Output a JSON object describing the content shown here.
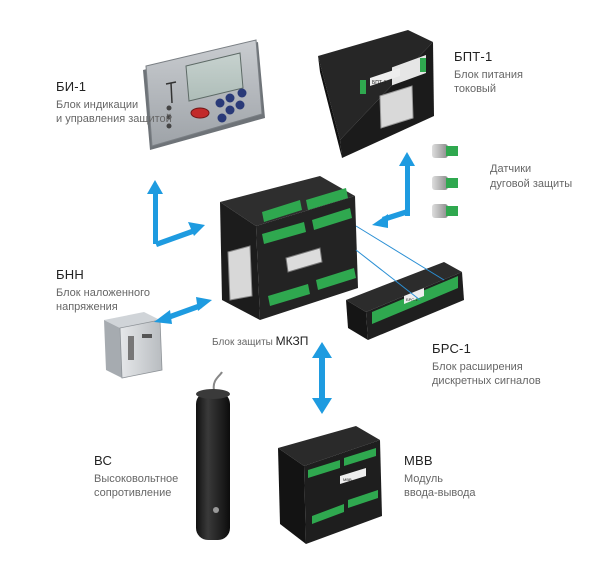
{
  "components": {
    "bi1": {
      "title": "БИ-1",
      "line1": "Блок индикации",
      "line2": "и управления защитой"
    },
    "bpt1": {
      "title": "БПТ-1",
      "line1": "Блок питания",
      "line2": "токовый"
    },
    "sensors": {
      "line1": "Датчики",
      "line2": "дуговой защиты"
    },
    "bnn": {
      "title": "БНН",
      "line1": "Блок наложенного",
      "line2": "напряжения"
    },
    "center": {
      "prefix": "Блок защиты ",
      "name": "МКЗП"
    },
    "brs1": {
      "title": "БРС-1",
      "line1": "Блок расширения",
      "line2": "дискретных сигналов"
    },
    "bc": {
      "title": "ВС",
      "line1": "Высоковольтное",
      "line2": "сопротивление"
    },
    "mvv": {
      "title": "МВВ",
      "line1": "Модуль",
      "line2": "ввода-вывода"
    }
  },
  "device_labels": {
    "bpt_badge": "БПТ-1",
    "brs_badge": "БРС-1",
    "mvv_badge": "МВВ"
  },
  "colors": {
    "arrow": "#1e9be0",
    "device_dark": "#2a2a2a",
    "terminal_green": "#2fa84f",
    "thin_line": "#2a8fd4"
  }
}
